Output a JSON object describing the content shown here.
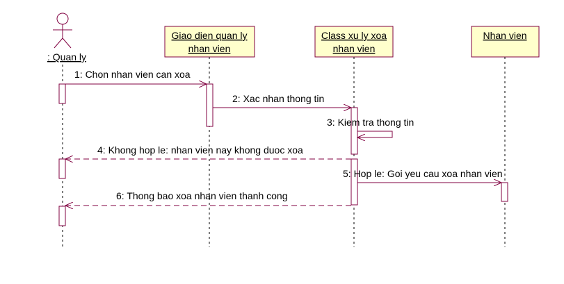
{
  "participants": {
    "actor": {
      "label": ": Quan ly",
      "icon": "stick-figure-icon"
    },
    "ui": {
      "line1": "Giao dien quan ly",
      "line2": "nhan vien"
    },
    "controller": {
      "line1": "Class xu ly xoa",
      "line2": "nhan vien"
    },
    "entity": {
      "label": "Nhan vien"
    }
  },
  "messages": {
    "m1": "1: Chon nhan vien can xoa",
    "m2": "2: Xac nhan thong tin",
    "m3": "3: Kiem tra thong tin",
    "m4": "4: Khong hop le: nhan vien nay khong duoc xoa",
    "m5": "5: Hop le: Goi yeu cau xoa nhan vien",
    "m6": "6: Thong bao xoa nhan vien thanh cong"
  },
  "colors": {
    "line": "#800040",
    "box_fill": "#FFFFCC",
    "lifeline": "#000000"
  }
}
